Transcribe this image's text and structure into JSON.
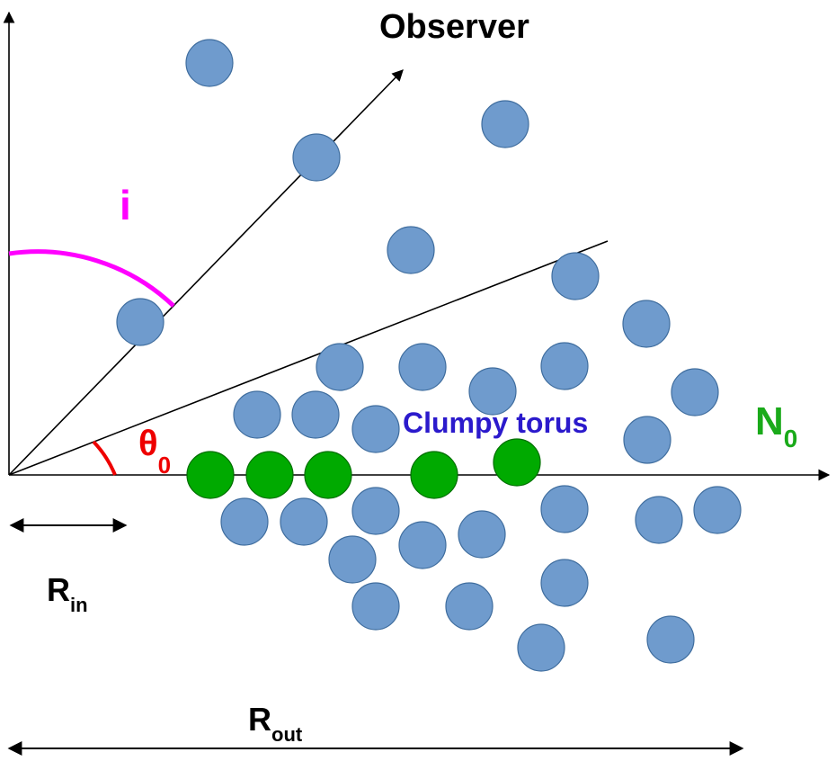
{
  "labels": {
    "observer": "Observer",
    "inclination": "i",
    "theta_symbol": "θ",
    "theta_sub": "0",
    "clumpy_torus": "Clumpy torus",
    "n_symbol": "N",
    "n_sub": "0",
    "r_in_symbol": "R",
    "r_in_sub": "in",
    "r_out_symbol": "R",
    "r_out_sub": "out"
  },
  "colors": {
    "clump": "#6f9bcd",
    "clump_stroke": "#3f6d9e",
    "equatorial_clump": "#00aa00",
    "equatorial_clump_stroke": "#006e00",
    "inclination_arc": "#ff00ff",
    "theta_arc": "#ee0000",
    "theta_text": "#ee0000",
    "torus_text": "#2b1acc",
    "n0_text": "#1aaa1a",
    "axes": "#000000"
  }
}
